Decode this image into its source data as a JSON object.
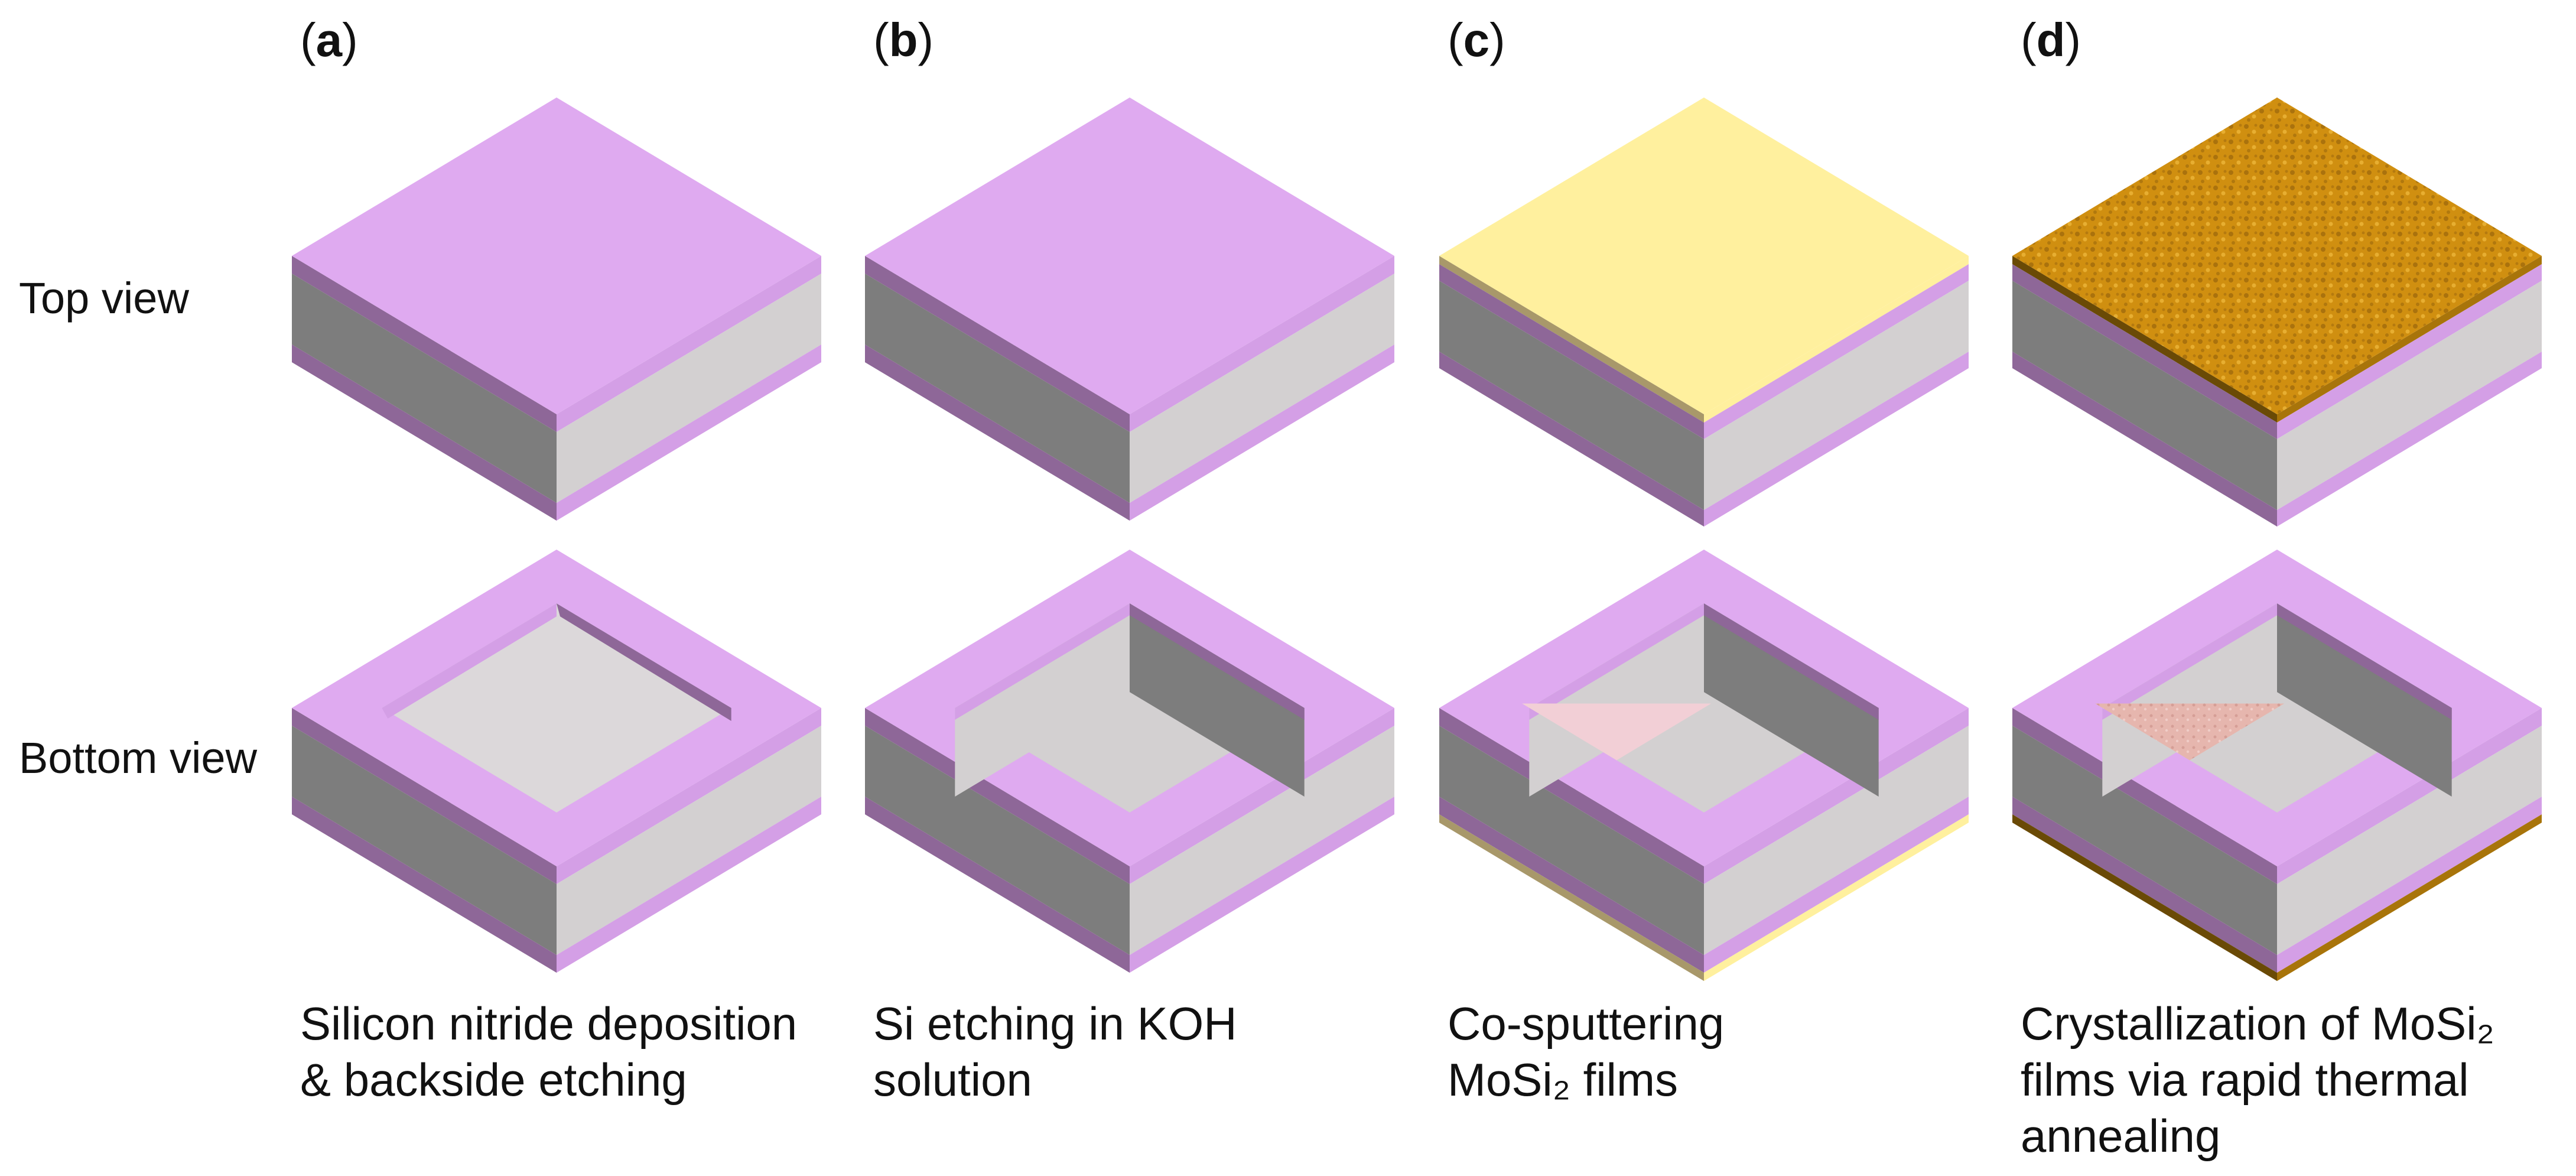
{
  "row_labels": {
    "top": "Top view",
    "bottom": "Bottom view"
  },
  "panels": [
    {
      "letter": "a",
      "caption": [
        "Silicon nitride deposition",
        "& backside etching"
      ]
    },
    {
      "letter": "b",
      "caption": [
        "Si etching in KOH",
        "solution"
      ]
    },
    {
      "letter": "c",
      "caption": [
        "Co-sputtering",
        "MoSi₂ films"
      ]
    },
    {
      "letter": "d",
      "caption": [
        "Crystallization of MoSi₂",
        "films via rapid thermal",
        "annealing"
      ]
    }
  ],
  "colors": {
    "nitride_top": "#dfaaf0",
    "nitride_dark": "#8e6798",
    "nitride_light": "#d49fe6",
    "silicon_dark": "#7d7d7d",
    "silicon_light": "#d3d0d1",
    "membrane": "#dcd8da",
    "mosi2_amorphous": "#fff09e",
    "mosi2_crystalline": "#d08f10",
    "window_film_c": "#f2cfd6",
    "window_film_d": "#e6b6ae"
  }
}
